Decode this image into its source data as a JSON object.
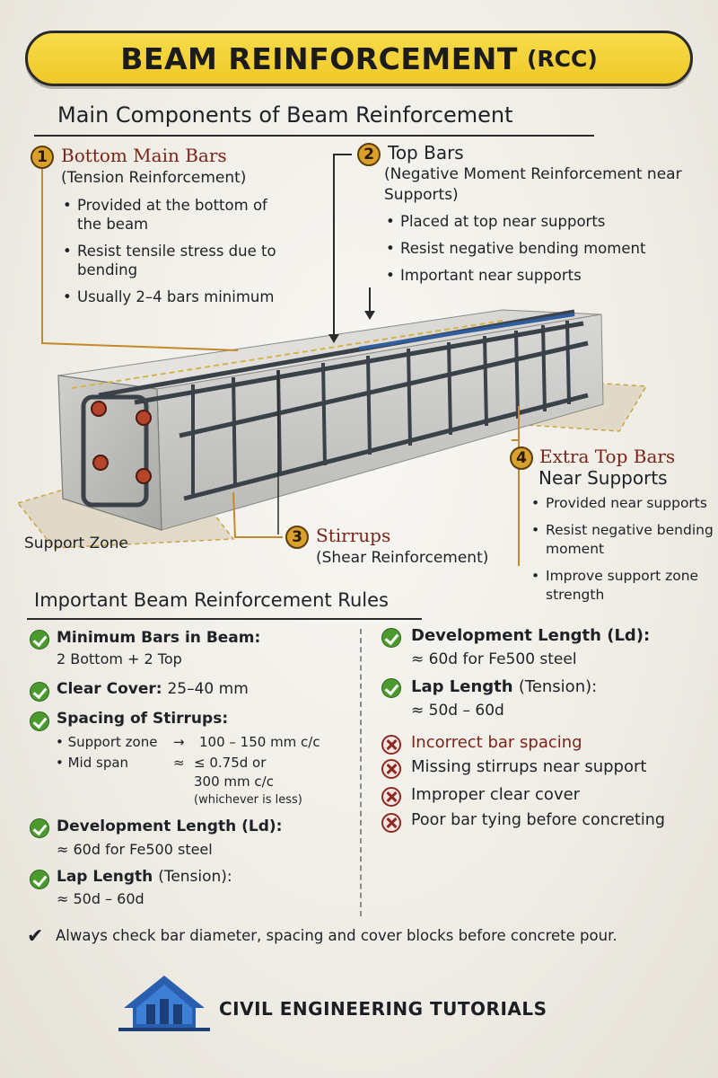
{
  "title": {
    "main": "BEAM REINFORCEMENT",
    "sub": "(RCC)"
  },
  "subheading": "Main Components of Beam Reinforcement",
  "components": [
    {
      "num": "1",
      "title": "Bottom Main Bars",
      "subtitle": "(Tension Reinforcement)",
      "bullets": [
        "Provided at the bottom of the beam",
        "Resist tensile stress due to bending",
        "Usually 2–4 bars minimum"
      ]
    },
    {
      "num": "2",
      "title": "Top Bars",
      "subtitle": "(Negative Moment Reinforcement near Supports)",
      "bullets": [
        "Placed at top near supports",
        "Resist negative bending moment",
        "Important near supports"
      ]
    },
    {
      "num": "3",
      "title": "Stirrups",
      "subtitle": "(Shear Reinforcement)",
      "bullets": []
    },
    {
      "num": "4",
      "title": "Extra Top Bars",
      "subtitle": "Near Supports",
      "bullets": [
        "Provided near supports",
        "Resist negative bending moment",
        "Improve support zone strength"
      ]
    }
  ],
  "support_zone_label": "Support Zone",
  "rules_heading": "Important Beam Reinforcement Rules",
  "rules_left": [
    {
      "title": "Minimum Bars in Beam:",
      "text": "2 Bottom + 2 Top"
    },
    {
      "title": "Clear Cover:",
      "text": "25–40 mm"
    },
    {
      "title": "Spacing of Stirrups:",
      "text": ""
    },
    {
      "title": "Development Length (Ld):",
      "text": "≈ 60d for Fe500 steel"
    },
    {
      "title": "Lap Length",
      "title_extra": "(Tension):",
      "text": "≈ 50d – 60d"
    }
  ],
  "stirrup_spacing": {
    "support_label": "• Support zone",
    "support_value": "100 – 150 mm c/c",
    "mid_label": "• Mid span",
    "mid_value": "≤ 0.75d or",
    "mid_value2": "300 mm c/c",
    "mid_note": "(whichever is less)"
  },
  "rules_right": [
    {
      "title": "Development Length (Ld):",
      "text": "≈ 60d for Fe500 steel"
    },
    {
      "title": "Lap Length",
      "title_extra": "(Tension):",
      "text": "≈ 50d – 60d"
    }
  ],
  "mistakes": [
    "Incorrect bar spacing",
    "Missing stirrups near support",
    "Improper clear cover",
    "Poor bar tying before concreting"
  ],
  "final_note": "Always check bar diameter, spacing and cover blocks before concrete pour.",
  "footer": {
    "brand": "CIVIL ENGINEERING TUTORIALS"
  },
  "colors": {
    "banner": "#f0c828",
    "accent_red": "#7a2418",
    "number_badge": "#d9a12b",
    "check_green": "#4a9a2e",
    "logo_blue": "#2a5fb0"
  }
}
